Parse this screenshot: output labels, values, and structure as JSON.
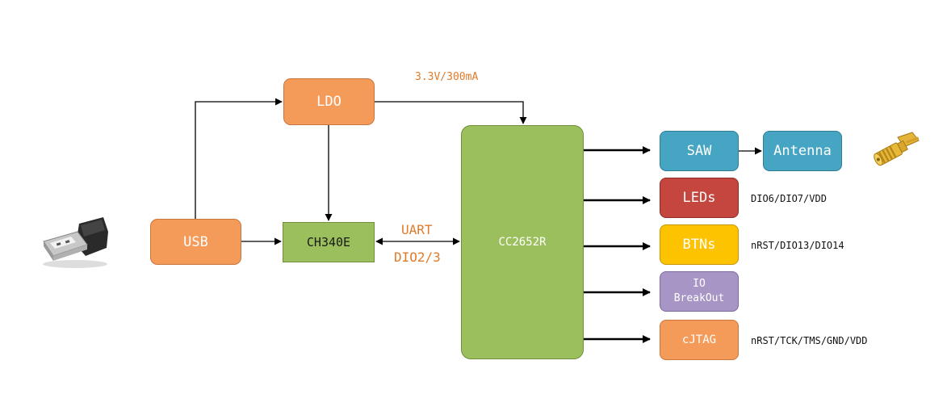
{
  "blocks": {
    "usb": "USB",
    "ldo": "LDO",
    "ch340e": "CH340E",
    "mcu": "CC2652R",
    "saw": "SAW",
    "antenna": "Antenna",
    "leds": "LEDs",
    "btns": "BTNs",
    "io_line1": "IO",
    "io_line2": "BreakOut",
    "cjtag": "cJTAG"
  },
  "labels": {
    "power": "3.3V/300mA",
    "uart": "UART",
    "uart_pins": "DIO2/3",
    "leds_pins": "DIO6/DIO7/VDD",
    "btns_pins": "nRST/DIO13/DIO14",
    "cjtag_pins": "nRST/TCK/TMS/GND/VDD"
  },
  "images": {
    "usb_connector": "usb-plug-photo",
    "sma_connector": "sma-connector-photo"
  },
  "colors": {
    "orange": "#f59b59",
    "green": "#9bbf5c",
    "teal": "#45a5c2",
    "red": "#c4463f",
    "yellow": "#fdc200",
    "purple": "#a795c6",
    "label_orange": "#e07b2a"
  }
}
